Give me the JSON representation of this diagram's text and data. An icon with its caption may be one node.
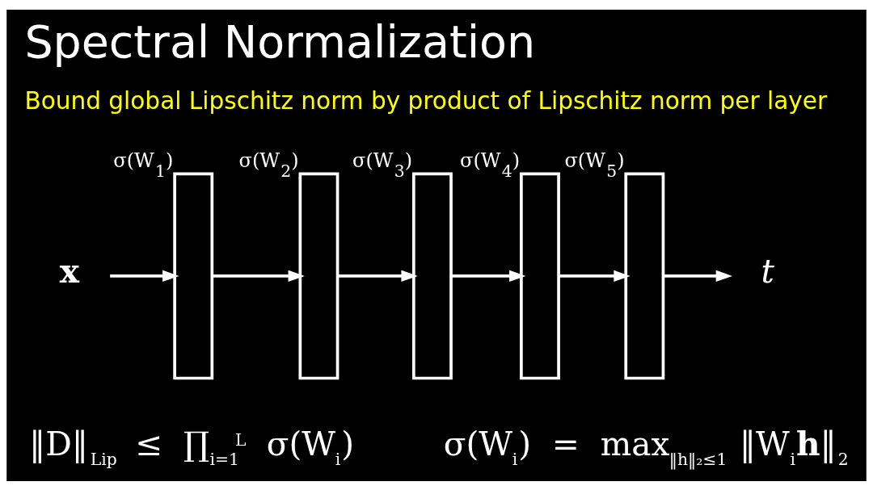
{
  "diagram": {
    "title": "Spectral Normalization",
    "nodes": [
      {
        "text": [
          "**x**"
        ]
      },
      {
        "text": [],
        "shape": "box",
        "beside": [
          "σ(W$_{1}$)"
        ]
      },
      {
        "text": [],
        "shape": "box",
        "beside": [
          "σ(W$_{2}$)"
        ]
      },
      {
        "text": [],
        "shape": "box",
        "beside": [
          "σ(W$_{3}$)"
        ]
      },
      {
        "text": [],
        "shape": "box",
        "beside": [
          "σ(W$_{4}$)"
        ]
      },
      {
        "text": [],
        "shape": "box",
        "beside": [
          "σ(W$_{5}$)"
        ]
      },
      {
        "text": [
          "*t*"
        ]
      }
    ],
    "edges": [
      {
        "from": 0,
        "to": 1,
        "arrow": "to"
      },
      {
        "from": 1,
        "to": 2,
        "arrow": "to"
      },
      {
        "from": 2,
        "to": 3,
        "arrow": "to"
      },
      {
        "from": 3,
        "to": 4,
        "arrow": "to"
      },
      {
        "from": 4,
        "to": 5,
        "arrow": "to"
      },
      {
        "from": 5,
        "to": 6,
        "arrow": "to"
      }
    ],
    "labels": [
      "Bound global Lipschitz norm by product of Lipschitz norm per layer",
      "‖D‖$_{Lip}$ ≤ ∏$_{i=1}$$^{L}$ σ(W$_{i}$)",
      "σ(W$_{i}$) = max$_{‖h‖₂≤1}$ ‖W$_{i}$**h**‖$_{2}$"
    ]
  }
}
